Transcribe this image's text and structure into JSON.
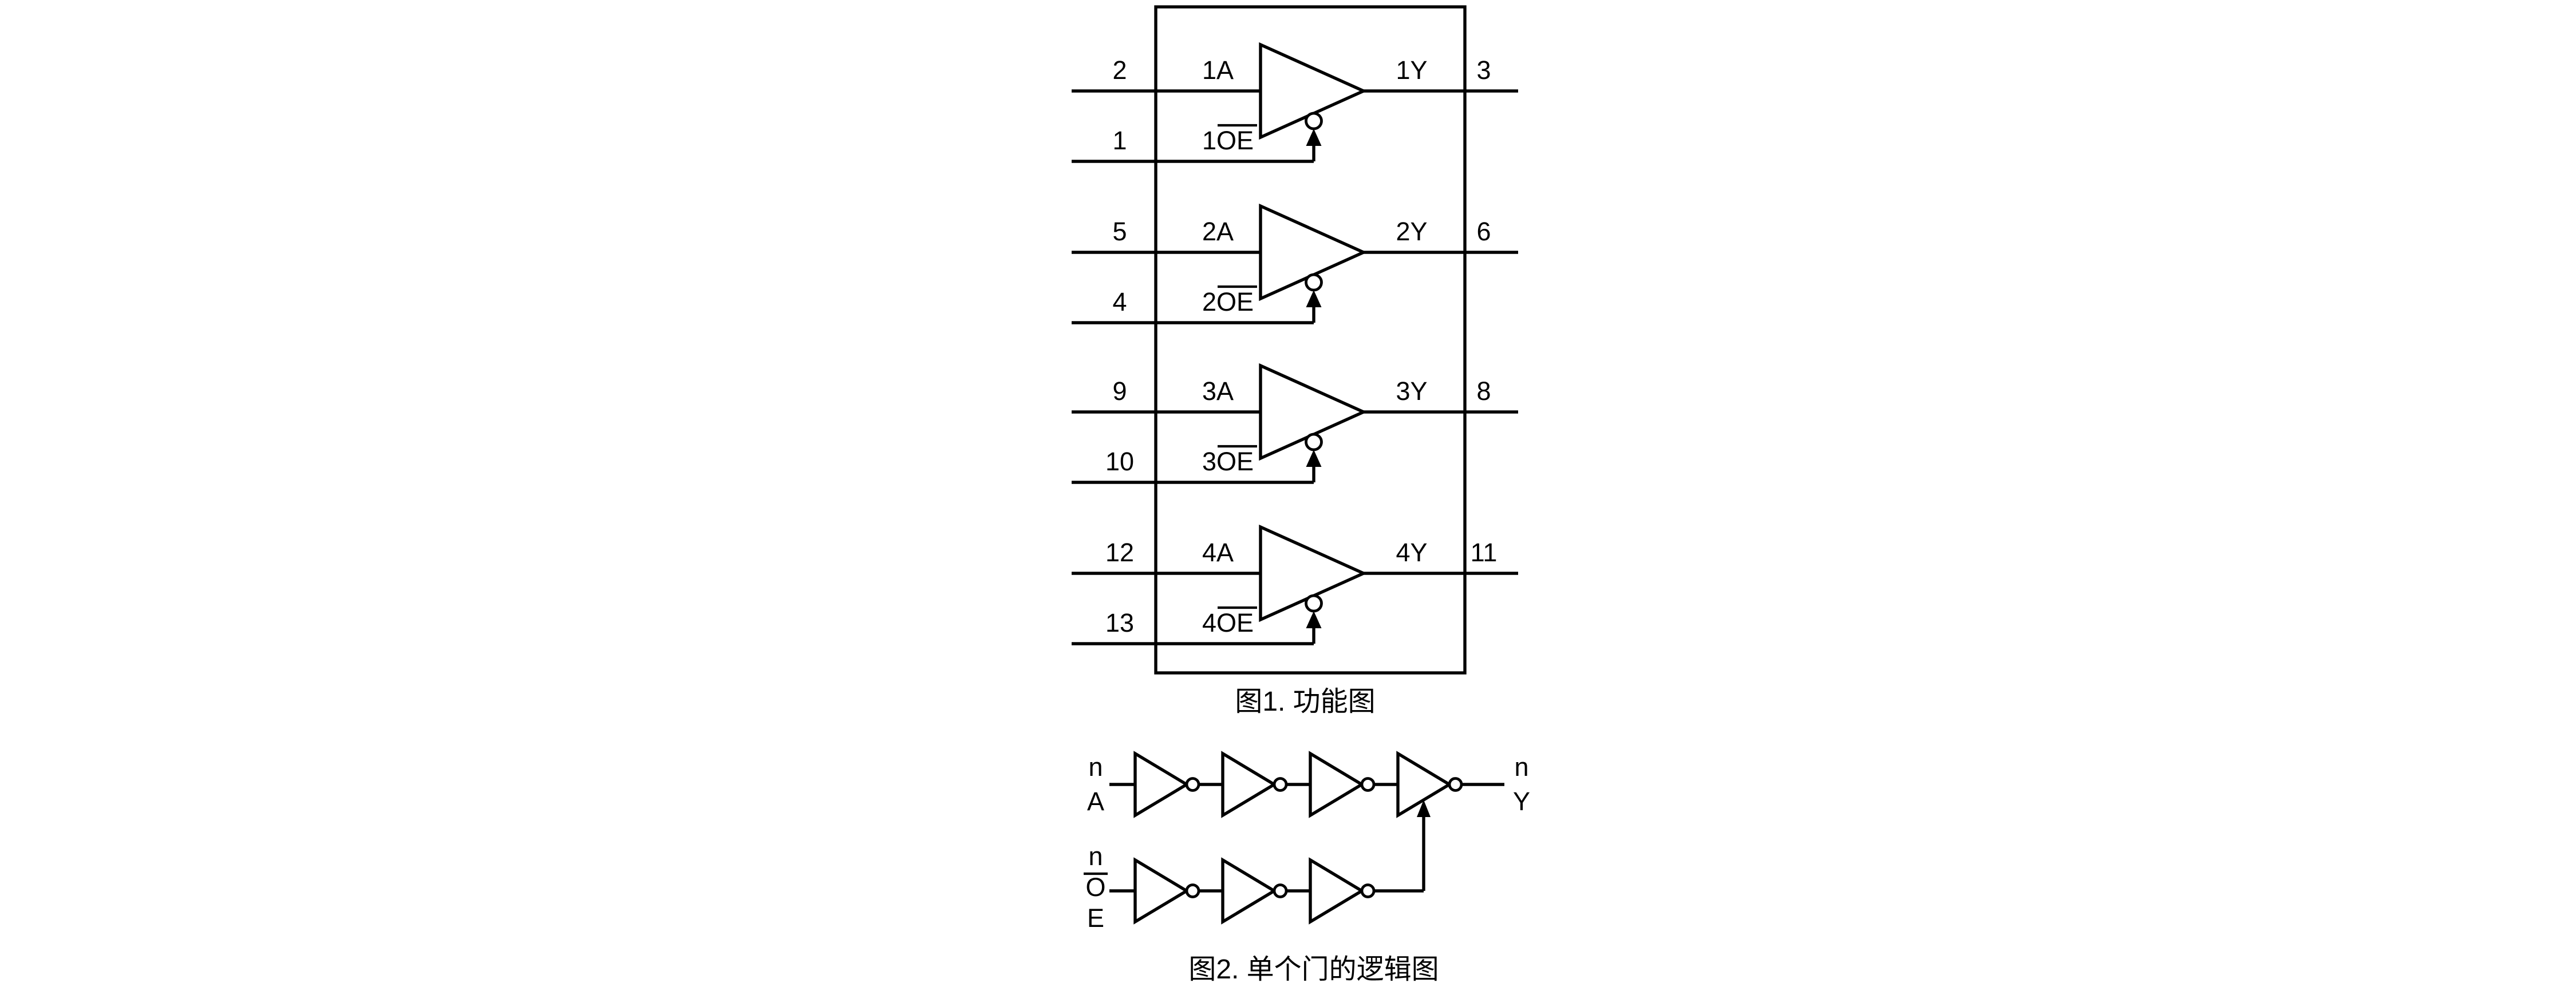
{
  "colors": {
    "line": "#000000",
    "background": "#ffffff"
  },
  "figure1": {
    "caption": "图1. 功能图",
    "channels": [
      {
        "input_pin": "2",
        "input_label": "1A",
        "oe_pin": "1",
        "oe_prefix": "1",
        "oe_overlined": "OE",
        "output_label": "1Y",
        "output_pin": "3"
      },
      {
        "input_pin": "5",
        "input_label": "2A",
        "oe_pin": "4",
        "oe_prefix": "2",
        "oe_overlined": "OE",
        "output_label": "2Y",
        "output_pin": "6"
      },
      {
        "input_pin": "9",
        "input_label": "3A",
        "oe_pin": "10",
        "oe_prefix": "3",
        "oe_overlined": "OE",
        "output_label": "3Y",
        "output_pin": "8"
      },
      {
        "input_pin": "12",
        "input_label": "4A",
        "oe_pin": "13",
        "oe_prefix": "4",
        "oe_overlined": "OE",
        "output_label": "4Y",
        "output_pin": "11"
      }
    ]
  },
  "figure2": {
    "caption": "图2. 单个门的逻辑图",
    "input_label_line1": "n",
    "input_label_line2": "A",
    "oe_label_line1": "n",
    "oe_label_line2": "O",
    "oe_label_line3": "E",
    "output_label_line1": "n",
    "output_label_line2": "Y"
  }
}
